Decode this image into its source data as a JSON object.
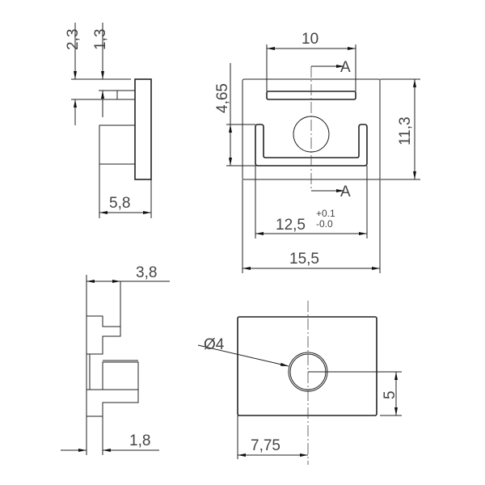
{
  "dimensions": {
    "side_top": {
      "d1": "2,3",
      "d2": "1,3",
      "width": "5,8"
    },
    "front": {
      "slot_width": "10",
      "channel_height": "4,65",
      "height": "11,3",
      "channel_width": "12,5",
      "tol_plus": "+0.1",
      "tol_minus": "-0.0",
      "width": "15,5",
      "section_mark": "A"
    },
    "section": {
      "d1": "3,8",
      "d2": "1,8"
    },
    "back": {
      "hole": "Ø4",
      "hole_y": "5",
      "hole_x": "7,75"
    }
  }
}
